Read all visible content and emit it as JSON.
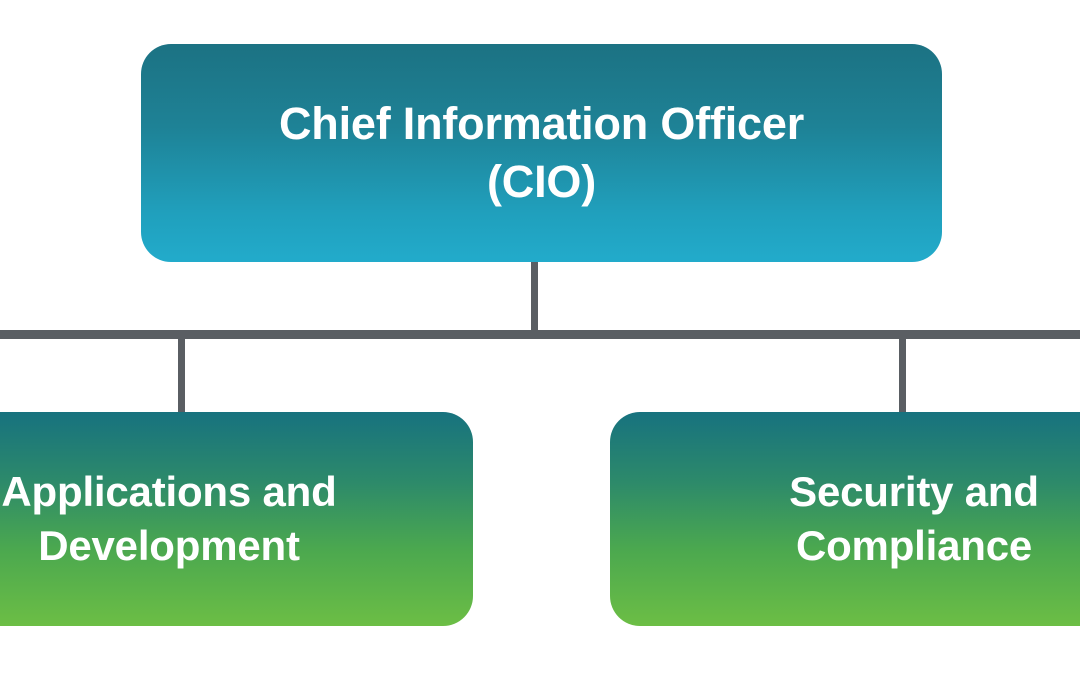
{
  "diagram": {
    "type": "organizational-chart",
    "background_color": "#ffffff",
    "connector_color": "#5a5e63",
    "root": {
      "id": "cio",
      "label": "Chief Information Officer\n(CIO)",
      "title_line_1": "Chief Information Officer",
      "title_line_2": "(CIO)",
      "gradient_from": "#1c7283",
      "gradient_to": "#22abcb",
      "text_color": "#ffffff"
    },
    "children": [
      {
        "id": "applications-and-development",
        "label": "Applications and\nDevelopment",
        "title_line_1": "Applications and",
        "title_line_2": "Development",
        "gradient_from": "#17727f",
        "gradient_to": "#6cbe45",
        "text_color": "#ffffff",
        "clipped_edge": "left"
      },
      {
        "id": "security-and-compliance",
        "label": "Security and\nCompliance",
        "title_line_1": "Security and",
        "title_line_2": "Compliance",
        "gradient_from": "#17727f",
        "gradient_to": "#6cbe45",
        "text_color": "#ffffff",
        "clipped_edge": "right"
      }
    ]
  }
}
